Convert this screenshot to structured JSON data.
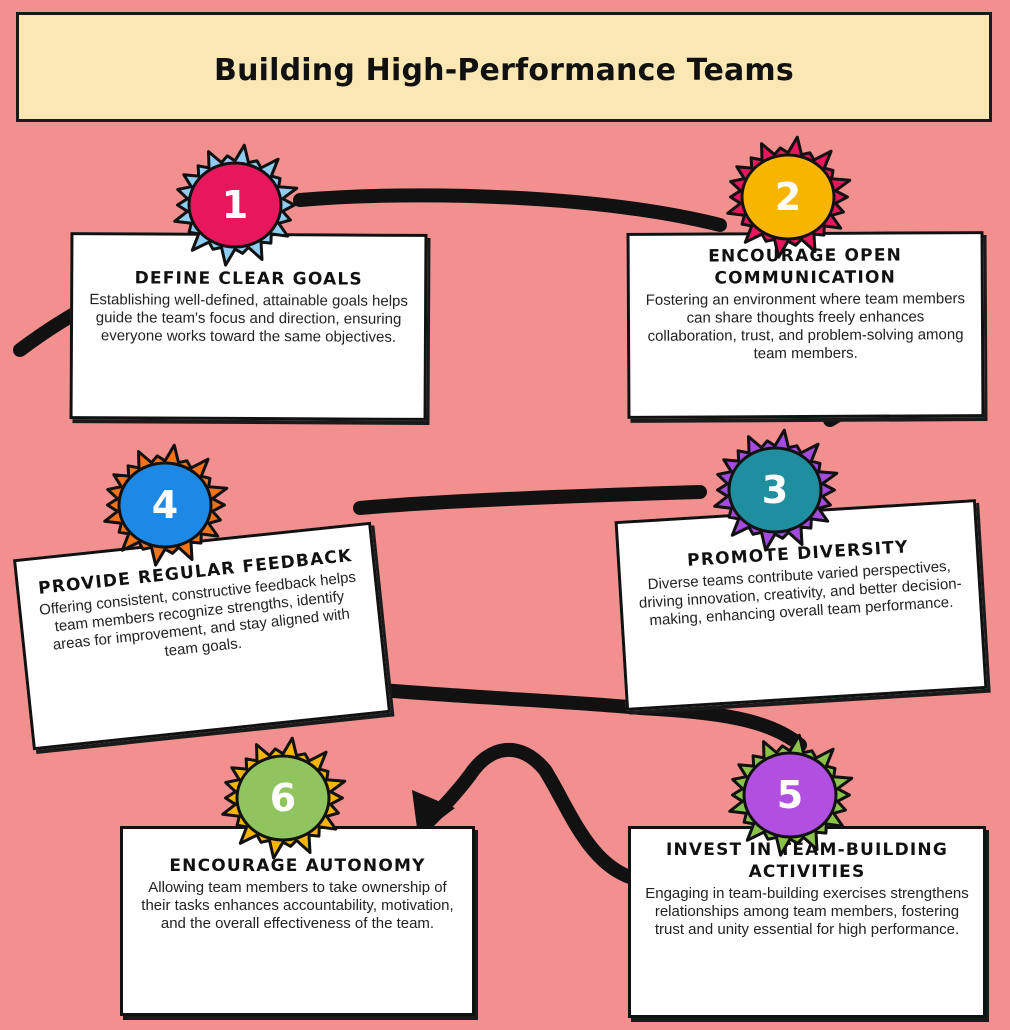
{
  "title": "Building High-Performance Teams",
  "steps": [
    {
      "number": "1",
      "heading": "Define Clear Goals",
      "text": "Establishing well-defined, attainable goals helps guide the team's focus and direction, ensuring everyone works toward the same objectives.",
      "burst_color": "#8fcdf2",
      "circle_color": "#e8175d"
    },
    {
      "number": "2",
      "heading": "Encourage Open Communication",
      "text": "Fostering an environment where team members can share thoughts freely enhances collaboration, trust, and problem-solving among team members.",
      "burst_color": "#e8175d",
      "circle_color": "#f7b500"
    },
    {
      "number": "3",
      "heading": "Promote Diversity",
      "text": "Diverse teams contribute varied perspectives, driving innovation, creativity, and better decision-making, enhancing overall team performance.",
      "burst_color": "#a24bdc",
      "circle_color": "#1f8f9f"
    },
    {
      "number": "4",
      "heading": "Provide Regular Feedback",
      "text": "Offering consistent, constructive feedback helps team members recognize strengths, identify areas for improvement, and stay aligned with team goals.",
      "burst_color": "#f27318",
      "circle_color": "#1e88e5"
    },
    {
      "number": "5",
      "heading": "Invest in Team-Building Activities",
      "text": "Engaging in team-building exercises strengthens relationships among team members, fostering trust and unity essential for high performance.",
      "burst_color": "#8bc34a",
      "circle_color": "#b04fe0"
    },
    {
      "number": "6",
      "heading": "Encourage Autonomy",
      "text": "Allowing team members to take ownership of their tasks enhances accountability, motivation, and the overall effectiveness of the team.",
      "burst_color": "#f7b500",
      "circle_color": "#8fc45f"
    }
  ]
}
